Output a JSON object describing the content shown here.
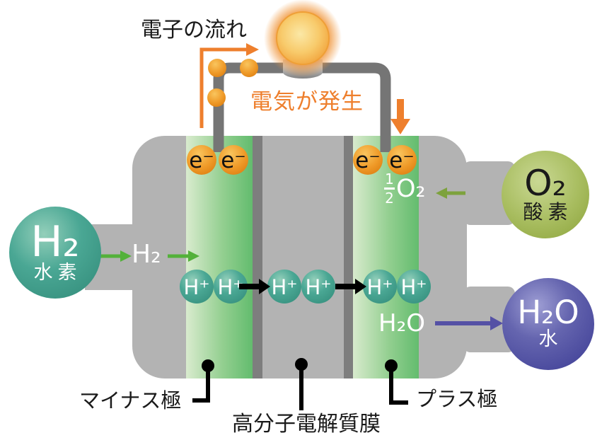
{
  "diagram": {
    "electron_flow_label": "電子の流れ",
    "electricity_label": "電気が発生",
    "minus_electrode_label": "マイナス極",
    "membrane_label": "高分子電解質膜",
    "plus_electrode_label": "プラス極"
  },
  "molecules": {
    "hydrogen": {
      "formula": "H₂",
      "name": "水素"
    },
    "oxygen": {
      "formula": "O₂",
      "name": "酸素"
    },
    "water": {
      "formula": "H₂O",
      "name": "水"
    }
  },
  "flow": {
    "h2_in": "H₂",
    "half_o2": {
      "numerator": "1",
      "denominator": "2",
      "formula": "O₂"
    },
    "h2o_out": "H₂O"
  },
  "ions": {
    "electron": "e⁻",
    "proton": "H⁺"
  },
  "colors": {
    "body_gray": "#b3b3b3",
    "separator_gray": "#7e7e7e",
    "wire_gray": "#757575",
    "electrode_green": "#68be72",
    "electrode_green_light": "#d7e9cb",
    "ion_teal": "#3f9e8b",
    "electron_orange": "#ee7f2d",
    "oxygen_olive": "#9db34f",
    "water_indigo": "#4c4c9e",
    "h2_arrow_green": "#53b13a",
    "text_black": "#1a1a1a"
  }
}
